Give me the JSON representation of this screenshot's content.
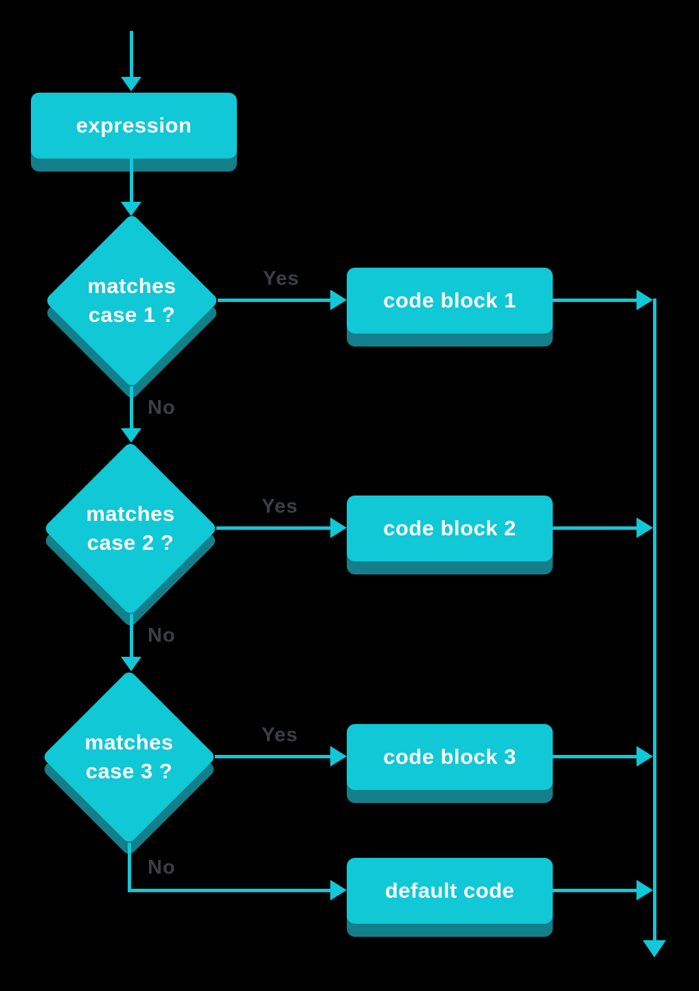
{
  "colors": {
    "background": "#000000",
    "node_fill": "#10c8d6",
    "node_shadow": "#137f8a",
    "connector": "#10c8d6",
    "edge_label": "#3b4046",
    "node_text": "#ffffff"
  },
  "chart_data": {
    "type": "flowchart",
    "nodes": [
      {
        "id": "expression",
        "shape": "process",
        "label": "expression"
      },
      {
        "id": "decision1",
        "shape": "decision",
        "label": "matches\ncase 1 ?"
      },
      {
        "id": "code1",
        "shape": "process",
        "label": "code block 1"
      },
      {
        "id": "decision2",
        "shape": "decision",
        "label": "matches\ncase 2 ?"
      },
      {
        "id": "code2",
        "shape": "process",
        "label": "code block 2"
      },
      {
        "id": "decision3",
        "shape": "decision",
        "label": "matches\ncase 3 ?"
      },
      {
        "id": "code3",
        "shape": "process",
        "label": "code block 3"
      },
      {
        "id": "default",
        "shape": "process",
        "label": "default code"
      }
    ],
    "edges": [
      {
        "from": "start",
        "to": "expression",
        "label": ""
      },
      {
        "from": "expression",
        "to": "decision1",
        "label": ""
      },
      {
        "from": "decision1",
        "to": "code1",
        "label": "Yes"
      },
      {
        "from": "decision1",
        "to": "decision2",
        "label": "No"
      },
      {
        "from": "decision2",
        "to": "code2",
        "label": "Yes"
      },
      {
        "from": "decision2",
        "to": "decision3",
        "label": "No"
      },
      {
        "from": "decision3",
        "to": "code3",
        "label": "Yes"
      },
      {
        "from": "decision3",
        "to": "default",
        "label": "No"
      },
      {
        "from": "code1",
        "to": "end",
        "label": ""
      },
      {
        "from": "code2",
        "to": "end",
        "label": ""
      },
      {
        "from": "code3",
        "to": "end",
        "label": ""
      },
      {
        "from": "default",
        "to": "end",
        "label": ""
      }
    ]
  },
  "nodes": {
    "expression": {
      "label": "expression"
    },
    "decision1": {
      "label": "matches\ncase 1 ?"
    },
    "decision2": {
      "label": "matches\ncase 2 ?"
    },
    "decision3": {
      "label": "matches\ncase 3 ?"
    },
    "code1": {
      "label": "code block 1"
    },
    "code2": {
      "label": "code block 2"
    },
    "code3": {
      "label": "code block 3"
    },
    "default": {
      "label": "default code"
    }
  },
  "edge_labels": {
    "yes1": "Yes",
    "no1": "No",
    "yes2": "Yes",
    "no2": "No",
    "yes3": "Yes",
    "no3": "No"
  }
}
